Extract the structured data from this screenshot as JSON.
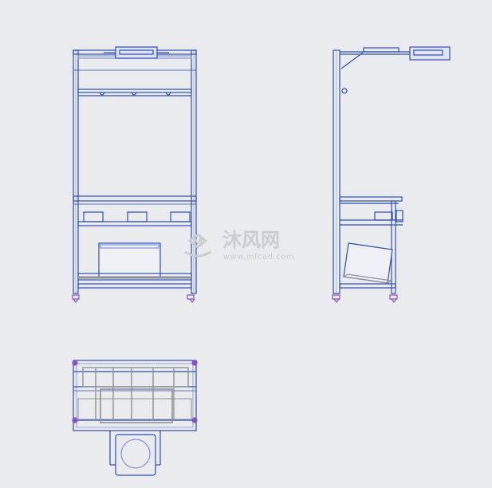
{
  "drawing": {
    "views": [
      {
        "name": "front-view"
      },
      {
        "name": "side-view"
      },
      {
        "name": "top-view"
      }
    ],
    "colors": {
      "background": "#e9ebef",
      "frame": "#2d4fb5",
      "frame_light": "#7f95d8",
      "part_gray": "#8e9197",
      "foot_purple": "#8a4fc9",
      "watermark": "#c9ccd3"
    }
  },
  "watermark": {
    "title": "沐风网",
    "url": "www.mfcad.com"
  }
}
